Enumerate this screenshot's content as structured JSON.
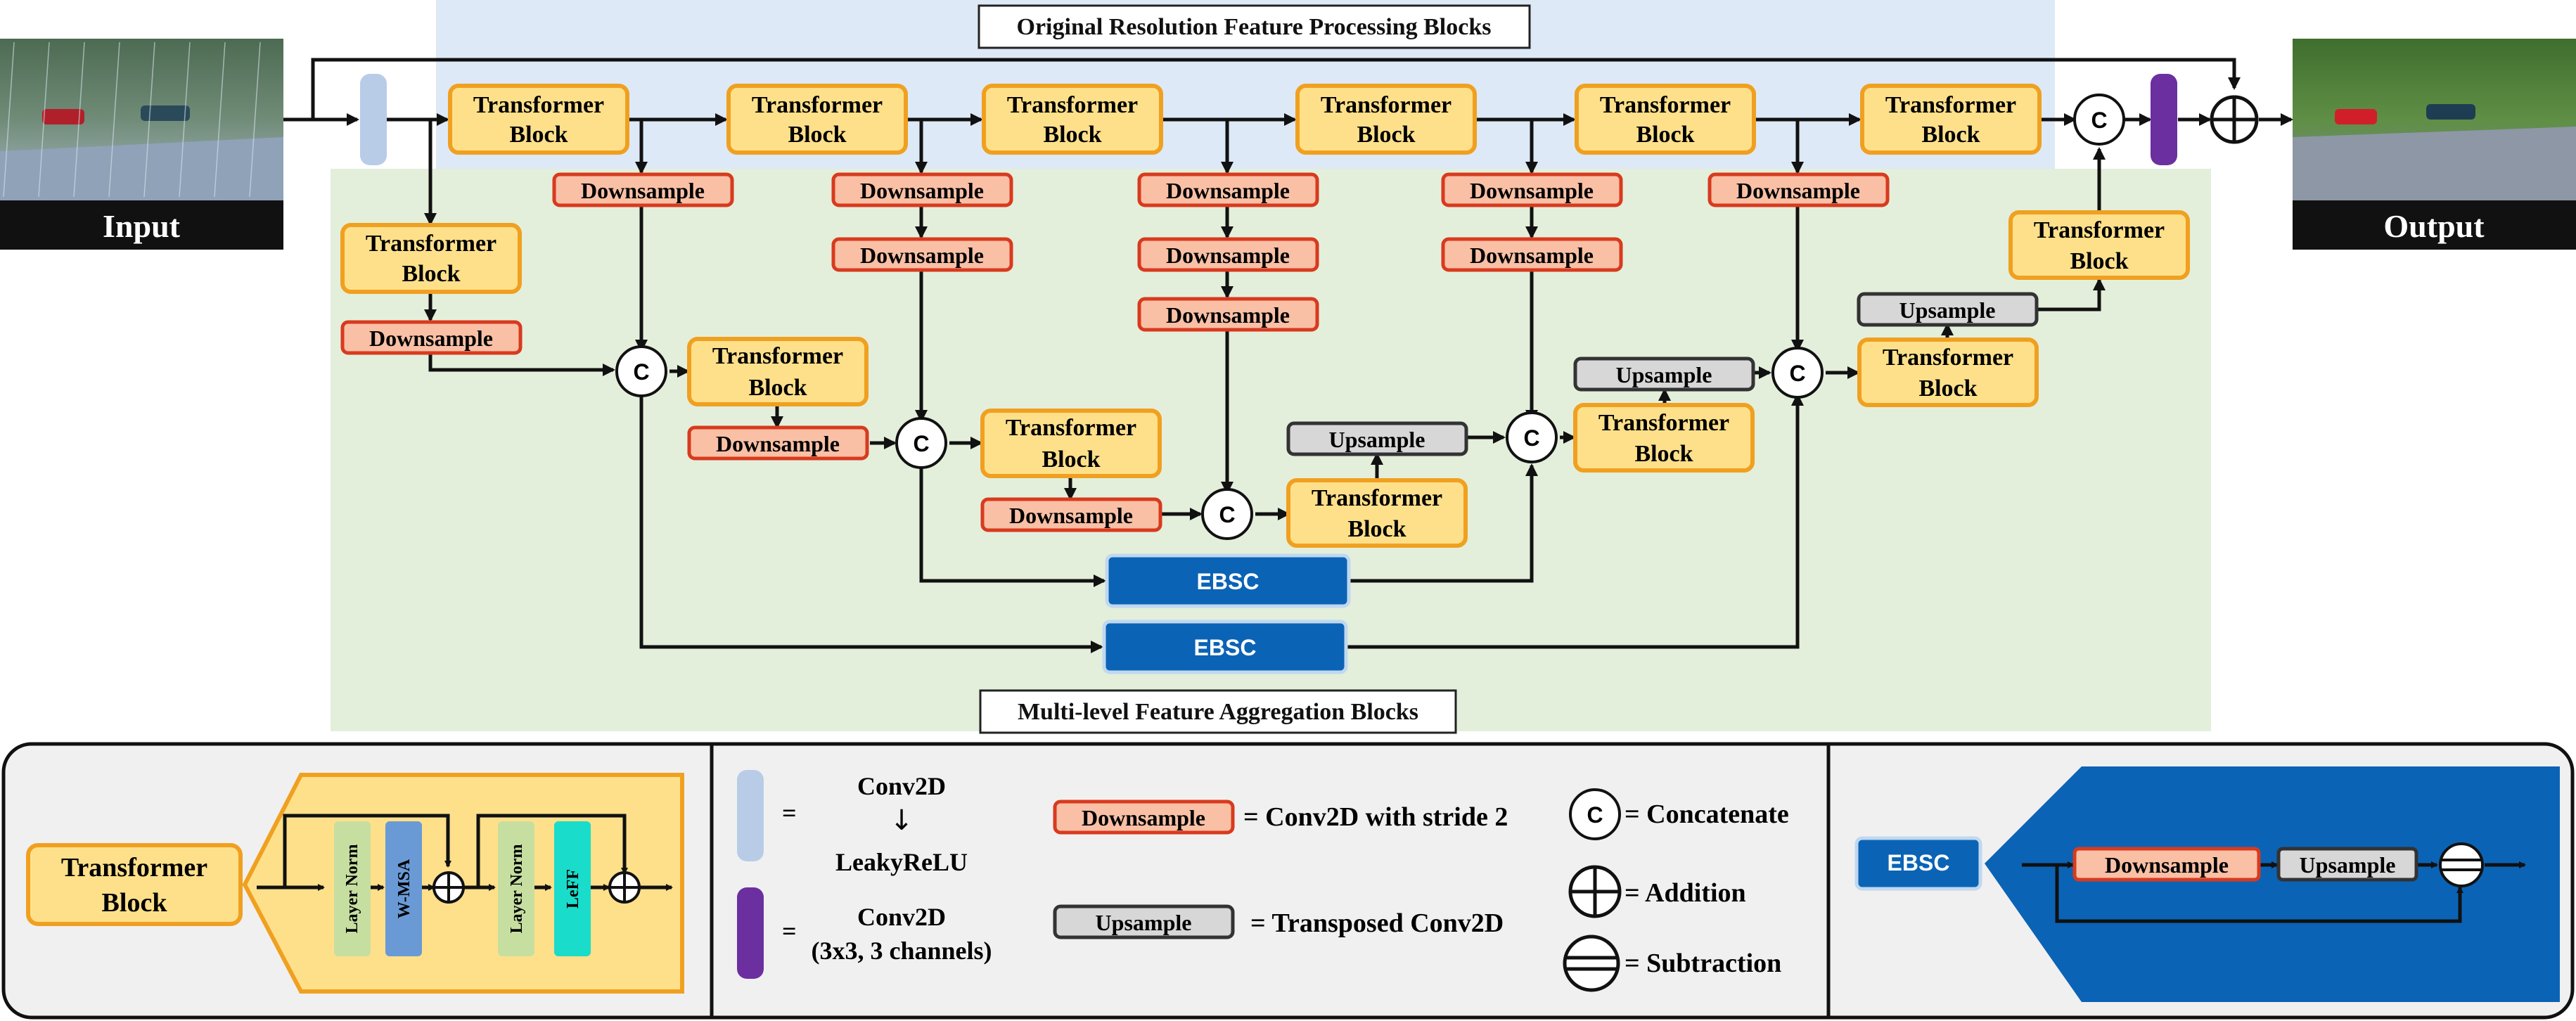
{
  "colors": {
    "top_band": "#dde9f6",
    "agg_band": "#e3efdb",
    "transformer_fill": "#ffe08a",
    "transformer_stroke": "#f0a020",
    "downsample_fill": "#f9c0a6",
    "downsample_stroke": "#d83a1e",
    "upsample_fill": "#d7d7d7",
    "ebsc_fill": "#0b63b6",
    "conv_leaky": "#b8cce8",
    "conv_final": "#6b2fa0",
    "legend_bg": "#f0f0f0"
  },
  "labels": {
    "orig_title": "Original Resolution Feature Processing Blocks",
    "agg_title": "Multi-level  Feature Aggregation Blocks",
    "input": "Input",
    "output": "Output",
    "tb1": "Transformer",
    "tb2": "Block",
    "down": "Downsample",
    "up": "Upsample",
    "ebsc": "EBSC",
    "c": "C"
  },
  "legend": {
    "layer_norm": "Layer Norm",
    "wmsa": "W-MSA",
    "leff": "LeFF",
    "eq": "=",
    "conv2d": "Conv2D",
    "arrow": "↓",
    "leaky": "LeakyReLU",
    "conv_final": "Conv2D",
    "conv_final_sub": "(3x3, 3 channels)",
    "down_desc": "= Conv2D with stride 2",
    "up_desc": "= Transposed Conv2D",
    "concat_desc": "= Concatenate",
    "add_desc": "= Addition",
    "sub_desc": "= Subtraction"
  }
}
